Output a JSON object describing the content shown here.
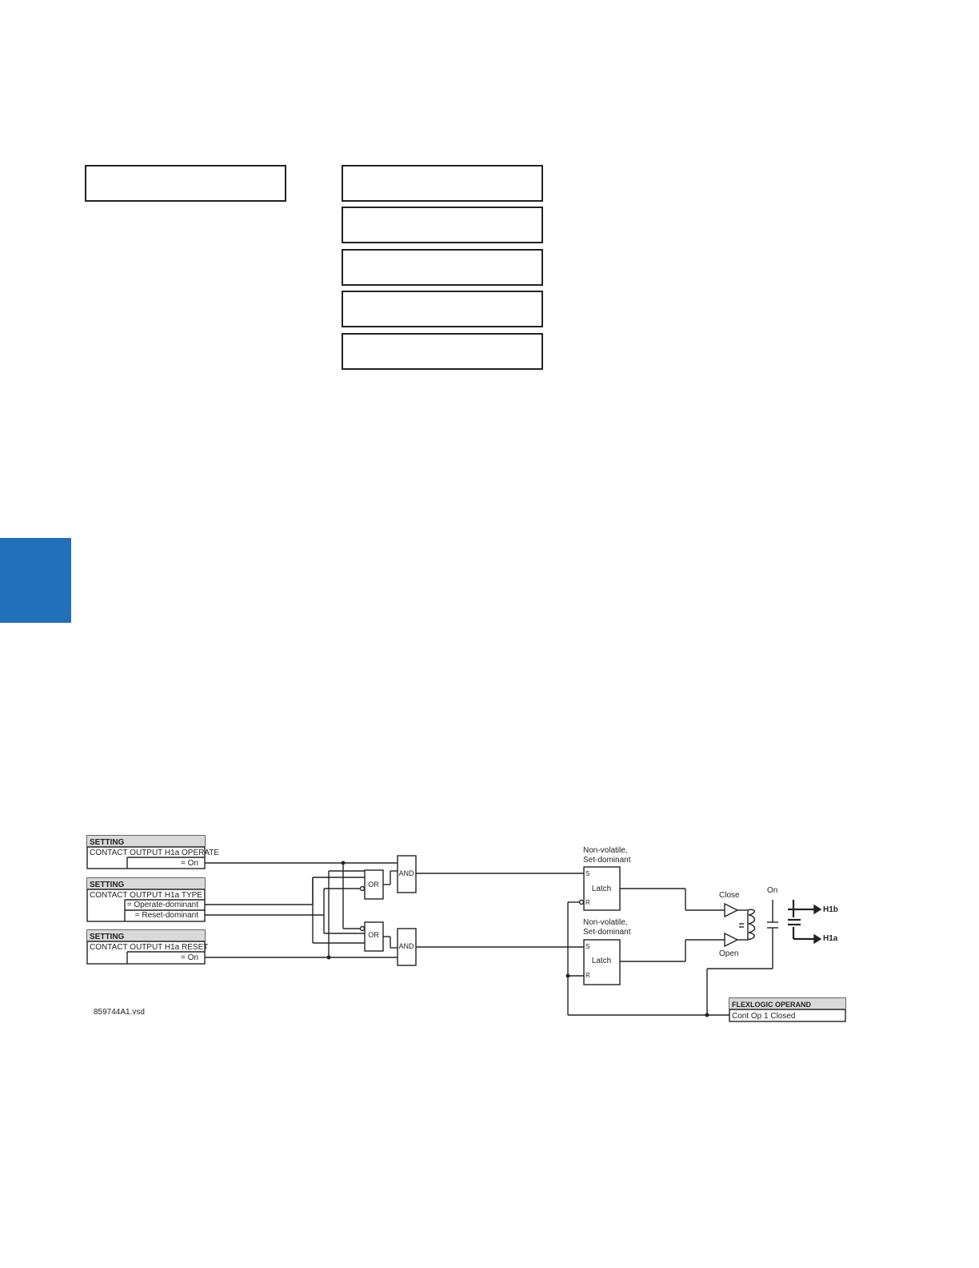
{
  "colors": {
    "side_tab": "#2270BA",
    "line": "#222222",
    "header_fill": "#d9d9d9"
  },
  "settings": [
    {
      "header": "SETTING",
      "name": "CONTACT OUTPUT H1a OPERATE",
      "values": [
        "= On"
      ]
    },
    {
      "header": "SETTING",
      "name": "CONTACT OUTPUT H1a TYPE",
      "values": [
        "= Operate-dominant",
        "= Reset-dominant"
      ]
    },
    {
      "header": "SETTING",
      "name": "CONTACT OUTPUT H1a RESET",
      "values": [
        "= On"
      ]
    }
  ],
  "gates": {
    "or": "OR",
    "and": "AND"
  },
  "latches": [
    {
      "caption_1": "Non-volatile,",
      "caption_2": "Set-dominant",
      "label": "Latch",
      "set": "S",
      "reset": "R"
    },
    {
      "caption_1": "Non-volatile,",
      "caption_2": "Set-dominant",
      "label": "Latch",
      "set": "S",
      "reset": "R"
    }
  ],
  "coil": {
    "close": "Close",
    "open": "Open"
  },
  "contact": {
    "on": "On",
    "h1b": "H1b",
    "h1a": "H1a"
  },
  "operand": {
    "header": "FLEXLOGIC OPERAND",
    "value": "Cont Op 1 Closed"
  },
  "file_id": "859744A1.vsd"
}
